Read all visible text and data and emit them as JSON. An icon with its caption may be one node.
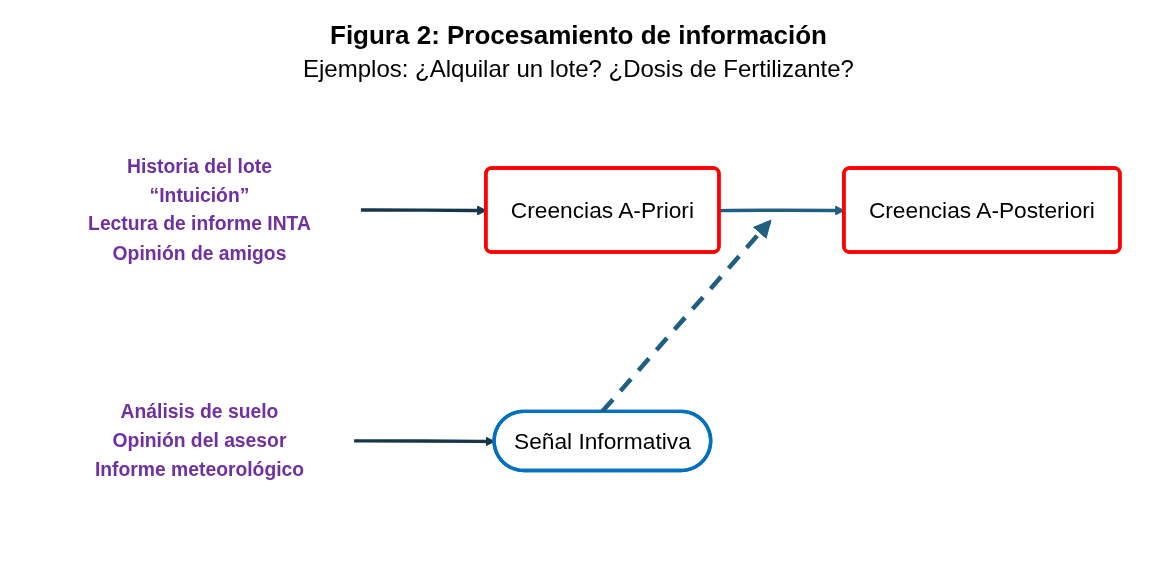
{
  "diagram": {
    "title": "Figura 2: Procesamiento de información",
    "nodes": [
      {
        "text": [
          "Creencias A-Priori"
        ]
      },
      {
        "text": [
          "Creencias A-Posteriori"
        ]
      },
      {
        "text": [
          "Señal Informativa"
        ]
      },
      {
        "text": [
          "Historia del lote",
          "“Intuición”",
          "Lectura de informe INTA",
          "Opinión de amigos"
        ]
      },
      {
        "text": [
          "Análisis de suelo",
          "Opinión del asesor",
          "Informe meteorológico"
        ]
      }
    ],
    "edges": [
      {
        "from": 0,
        "to": 1,
        "arrow": "to"
      },
      {
        "from": 2,
        "to": null,
        "arrow": "to",
        "style": "dashed"
      },
      {
        "from": 3,
        "to": 0,
        "arrow": "to",
        "color": "#17364a"
      },
      {
        "from": 4,
        "to": 2,
        "arrow": "to",
        "color": "#17364a"
      }
    ],
    "labels": [
      "Ejemplos: ¿Alquilar un lote? ¿Dosis de Fertilizante?"
    ]
  }
}
